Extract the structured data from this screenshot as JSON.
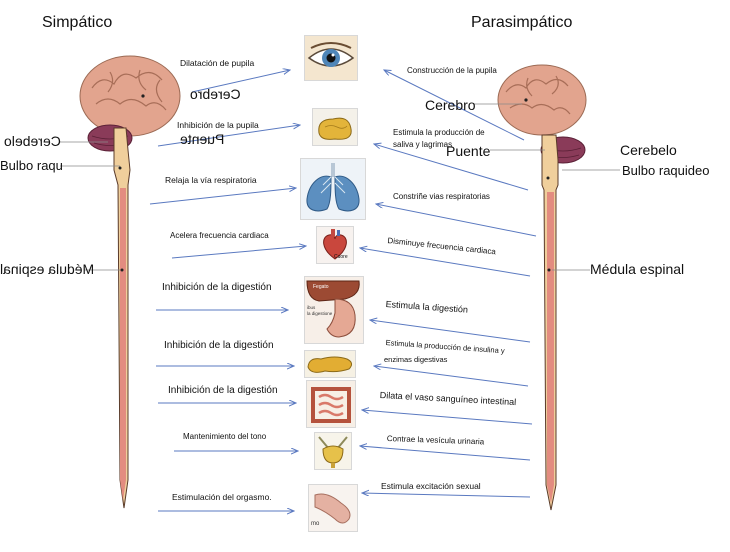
{
  "headers": {
    "sympathetic": "Simpático",
    "parasympathetic": "Parasimpático"
  },
  "left_spine_labels": {
    "brain": "Cerebro",
    "pons": "Puente",
    "cerebellum": "Cerebelo",
    "medulla": "Bulbo raqu",
    "spinal_cord": "Médula espinal"
  },
  "right_spine_labels": {
    "brain": "Cerebro",
    "pons": "Puente",
    "cerebellum": "Cerebelo",
    "medulla": "Bulbo raquideo",
    "spinal_cord": "Médula espinal"
  },
  "sympathetic_effects": [
    "Dilatación de pupila",
    "Inhibición de la pupila",
    "Relaja la vía respiratoria",
    "Acelera frecuencia  cardiaca",
    "Inhibición de la digestión",
    "Inhibición de la digestión",
    "Inhibición de la digestión",
    "Mantenimiento  del tono",
    "Estimulación del orgasmo."
  ],
  "parasympathetic_effects": [
    "Construcción  de la pupila",
    "Estimula la producción  de",
    "saliva y lagrimas",
    "Constriñe  vias respiratorias",
    "Disminuye frecuencia  cardiaca",
    "Estimula la digestión",
    "Estimula la producción de insulina y",
    "enzimas digestivas",
    "Dilata el vaso sanguíneo intestinal",
    "Contrae  la vesícula urinaria",
    "Estimula excitación sexual"
  ],
  "organ_image_text": {
    "heart_caption": "Cuore",
    "liver_caption": "Fegato",
    "stomach_caption": "ibus",
    "stomach_caption_2": "la digestione",
    "genital_caption": "mo"
  },
  "organs": [
    "eye-icon",
    "salivary-gland-icon",
    "lungs-icon",
    "heart-icon",
    "liver-stomach-icon",
    "pancreas-icon",
    "intestine-icon",
    "bladder-icon",
    "genital-icon"
  ],
  "colors": {
    "arrow": "#5a79c0",
    "brain": "#e2a48e",
    "brain_shadow": "#b87c64",
    "cerebellum": "#8a3b59",
    "spinal_cord": "#e38c80",
    "spinal_outline": "#5a3b2a",
    "brainstem": "#f0cf9c"
  }
}
